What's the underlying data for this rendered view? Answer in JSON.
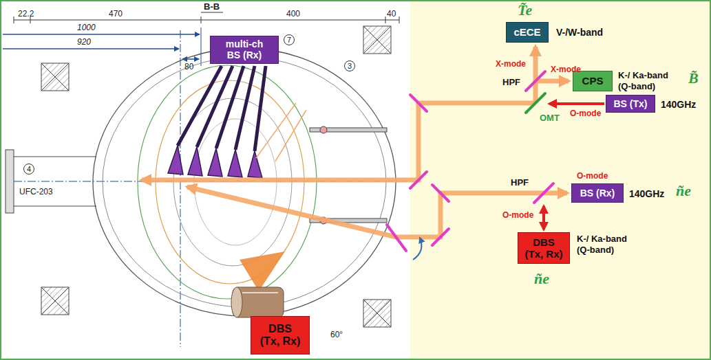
{
  "diagram": {
    "nodes": [
      {
        "text": [
          "multi-ch BS (Rx)"
        ]
      },
      {
        "text": [
          "cECE"
        ]
      },
      {
        "text": [
          "CPS"
        ]
      },
      {
        "text": [
          "BS (Tx)"
        ]
      },
      {
        "text": [
          "BS (Rx)"
        ]
      },
      {
        "text": [
          "DBS (Tx, Rx)"
        ]
      },
      {
        "text": [
          "DBS (Tx, Rx)"
        ]
      }
    ],
    "labels": [
      "B-B",
      "22.2",
      "470",
      "400",
      "40",
      "1000",
      "920",
      "80",
      "7",
      "3",
      "4",
      "UFC-203",
      "60°",
      "T̃e",
      "V-/W-band",
      "X-mode",
      "X-mode",
      "HPF",
      "K-/ Ka-band (Q-band)",
      "B̃",
      "OMT",
      "O-mode",
      "140GHz",
      "HPF",
      "O-mode",
      "140GHz",
      "ñe",
      "O-mode",
      "K-/ Ka-band (Q-band)",
      "ñe"
    ]
  }
}
